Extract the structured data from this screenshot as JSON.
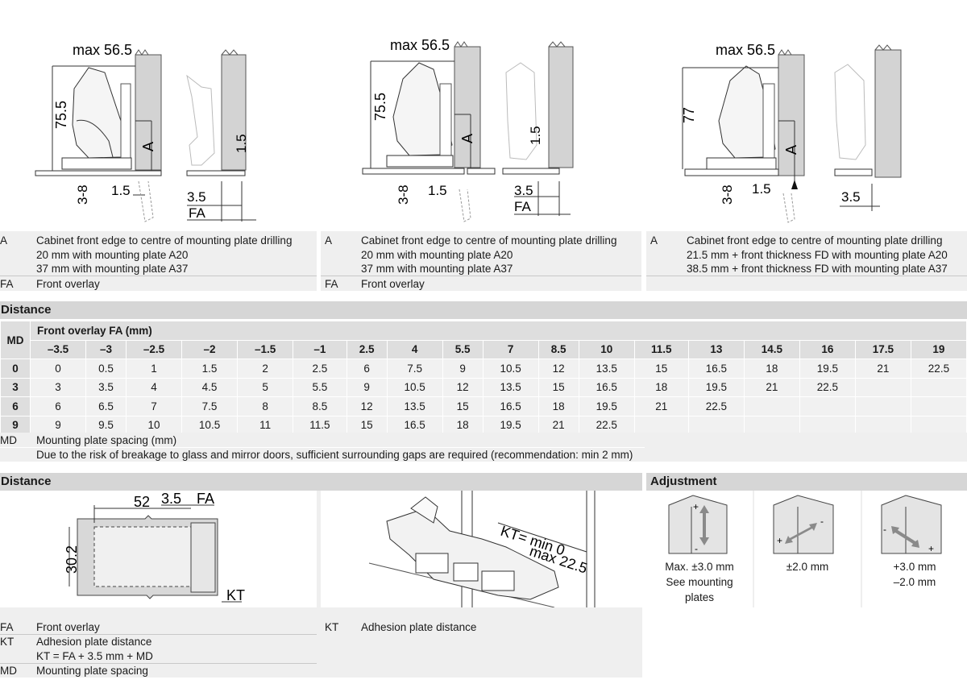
{
  "top_panels": [
    {
      "dims": {
        "top": "max 56.5",
        "vert": "75.5",
        "a": "A",
        "gap": "1.5",
        "drill": "3-8",
        "fa_val": "3.5",
        "fa": "FA",
        "r": "1.5"
      },
      "legend": [
        {
          "key": "A",
          "lines": [
            "Cabinet front edge to centre of mounting plate drilling",
            "20 mm with mounting plate A20",
            "37 mm with mounting plate A37"
          ]
        },
        {
          "key": "FA",
          "lines": [
            "Front overlay"
          ]
        }
      ]
    },
    {
      "dims": {
        "top": "max 56.5",
        "vert": "75.5",
        "a": "A",
        "gap": "1.5",
        "drill": "3-8",
        "fa_val": "3.5",
        "fa": "FA",
        "r": "1.5"
      },
      "legend": [
        {
          "key": "A",
          "lines": [
            "Cabinet front edge to centre of mounting plate drilling",
            "20 mm with mounting plate A20",
            "37 mm with mounting plate A37"
          ]
        },
        {
          "key": "FA",
          "lines": [
            "Front overlay"
          ]
        }
      ]
    },
    {
      "dims": {
        "top": "max 56.5",
        "vert": "77",
        "a": "A",
        "gap": "1.5",
        "drill": "3-8",
        "fa_val": "3.5"
      },
      "legend": [
        {
          "key": "A",
          "lines": [
            "Cabinet front edge to centre of mounting plate drilling",
            "21.5 mm + front thickness FD with mounting plate A20",
            "38.5 mm + front thickness FD with mounting plate A37"
          ]
        }
      ]
    }
  ],
  "distance_table": {
    "title": "Distance",
    "md_header": "MD",
    "fa_caption": "Front overlay FA (mm)",
    "columns": [
      "–3.5",
      "–3",
      "–2.5",
      "–2",
      "–1.5",
      "–1",
      "2.5",
      "4",
      "5.5",
      "7",
      "8.5",
      "10",
      "11.5",
      "13",
      "14.5",
      "16",
      "17.5",
      "19"
    ],
    "rows": [
      {
        "md": "0",
        "values": [
          "0",
          "0.5",
          "1",
          "1.5",
          "2",
          "2.5",
          "6",
          "7.5",
          "9",
          "10.5",
          "12",
          "13.5",
          "15",
          "16.5",
          "18",
          "19.5",
          "21",
          "22.5"
        ]
      },
      {
        "md": "3",
        "values": [
          "3",
          "3.5",
          "4",
          "4.5",
          "5",
          "5.5",
          "9",
          "10.5",
          "12",
          "13.5",
          "15",
          "16.5",
          "18",
          "19.5",
          "21",
          "22.5",
          "",
          ""
        ]
      },
      {
        "md": "6",
        "values": [
          "6",
          "6.5",
          "7",
          "7.5",
          "8",
          "8.5",
          "12",
          "13.5",
          "15",
          "16.5",
          "18",
          "19.5",
          "21",
          "22.5",
          "",
          "",
          "",
          ""
        ]
      },
      {
        "md": "9",
        "values": [
          "9",
          "9.5",
          "10",
          "10.5",
          "11",
          "11.5",
          "15",
          "16.5",
          "18",
          "19.5",
          "21",
          "22.5",
          "",
          "",
          "",
          "",
          "",
          ""
        ]
      }
    ],
    "notes": [
      {
        "key": "MD",
        "text": "Mounting plate spacing (mm)"
      },
      {
        "key": "",
        "text": "Due to the risk of breakage to glass and mirror doors, sufficient surrounding gaps are required (recommendation: min 2 mm)"
      }
    ]
  },
  "distance2": {
    "title": "Distance",
    "dims": {
      "w": "52",
      "s": "3.5",
      "fa": "FA",
      "h": "30.2",
      "kt": "KT"
    },
    "hinge_dims": {
      "kt": "KT= min 0",
      "max": "max 22.5"
    },
    "legend_left": [
      {
        "key": "FA",
        "lines": [
          "Front overlay"
        ]
      },
      {
        "key": "KT",
        "lines": [
          "Adhesion plate distance",
          "KT = FA + 3.5 mm + MD"
        ]
      },
      {
        "key": "MD",
        "lines": [
          "Mounting plate spacing"
        ]
      }
    ],
    "legend_right": [
      {
        "key": "KT",
        "lines": [
          "Adhesion plate distance"
        ]
      }
    ]
  },
  "adjustment": {
    "title": "Adjustment",
    "cells": [
      {
        "lines": [
          "Max. ±3.0 mm",
          "See mounting",
          "plates"
        ],
        "plus": "+",
        "minus": "-"
      },
      {
        "lines": [
          "±2.0 mm"
        ],
        "plus": "+",
        "minus": "-"
      },
      {
        "lines": [
          "+3.0 mm",
          "–2.0 mm"
        ],
        "plus": "+",
        "minus": "-"
      }
    ]
  }
}
